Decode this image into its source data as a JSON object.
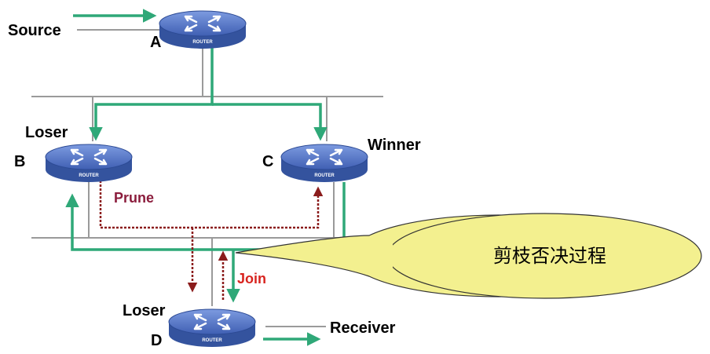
{
  "labels": {
    "source": "Source",
    "receiver": "Receiver",
    "router_a": "A",
    "router_b": "B",
    "router_c": "C",
    "router_d": "D",
    "role_b": "Loser",
    "role_c": "Winner",
    "role_d": "Loser",
    "prune": "Prune",
    "join": "Join",
    "callout": "剪枝否决过程",
    "router_tag": "ROUTER"
  },
  "colors": {
    "data_flow": "#2fa878",
    "control_msg": "#8b1c1c",
    "router_body": "#4a6bc0",
    "router_top": "#6e8fd8",
    "callout_fill": "#f3f08f",
    "prune_text": "#8b1c3c",
    "join_text": "#d8241f"
  }
}
